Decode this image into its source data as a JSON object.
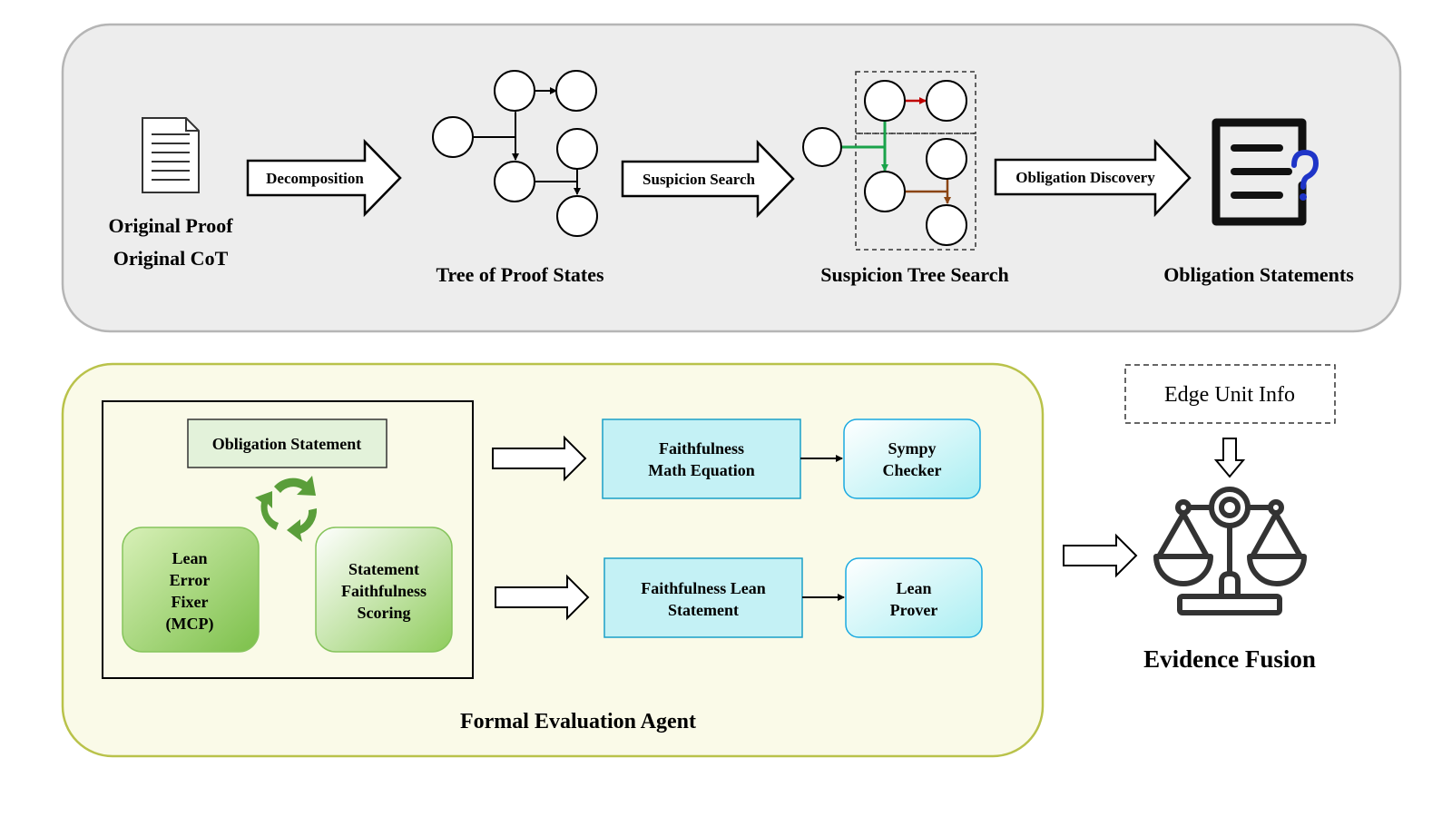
{
  "top_pipeline": {
    "source": {
      "line1": "Original Proof",
      "line2": "Original CoT"
    },
    "arrow_decomposition": "Decomposition",
    "tree_label": "Tree of Proof States",
    "arrow_suspicion": "Suspicion Search",
    "suspicion_label": "Suspicion Tree Search",
    "arrow_obligation": "Obligation Discovery",
    "obligation_label": "Obligation Statements"
  },
  "agent": {
    "title": "Formal Evaluation Agent",
    "obligation_statement": "Obligation Statement",
    "lean_fixer": [
      "Lean",
      "Error",
      "Fixer",
      "(MCP)"
    ],
    "faithfulness_scoring": [
      "Statement",
      "Faithfulness",
      "Scoring"
    ],
    "math_equation": [
      "Faithfulness",
      "Math Equation"
    ],
    "sympy_checker": [
      "Sympy",
      "Checker"
    ],
    "lean_statement": [
      "Faithfulness Lean",
      "Statement"
    ],
    "lean_prover": [
      "Lean",
      "Prover"
    ]
  },
  "fusion": {
    "edge_unit_info": "Edge Unit Info",
    "label": "Evidence Fusion"
  },
  "colors": {
    "red_edge": "#c00000",
    "green_edge": "#1aa34a",
    "brown_edge": "#8b4513",
    "question_mark": "#1f35c8",
    "cyan_box": "#c4f1f5",
    "green_box": "#7cc04a",
    "agent_bg": "#fafae8",
    "agent_border": "#b9c24a",
    "top_bg": "#ededed"
  }
}
